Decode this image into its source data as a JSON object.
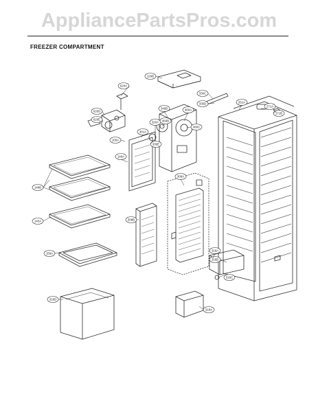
{
  "watermark": "AppliancePartsPros.com",
  "section_title": "FREEZER COMPARTMENT",
  "callouts": {
    "c1": "620A",
    "c2": "120B",
    "c3": "330C",
    "c4": "330D",
    "c5": "251A",
    "c6": "271A",
    "c7": "271B",
    "c8": "620D",
    "c9": "620E",
    "c10": "345B",
    "c11": "460A",
    "c12": "320A",
    "c13": "460B",
    "c14": "460C",
    "c15": "301A",
    "c16": "330E",
    "c17": "105A",
    "c18": "149A",
    "c19": "149B",
    "c20": "308A",
    "c21": "145A",
    "c22": "159A",
    "c23": "308B",
    "c24": "316A",
    "c25": "316B",
    "c26": "316C",
    "c27": "316D",
    "c28": "318A"
  },
  "colors": {
    "line": "#2a2a2a",
    "watermark": "#d6d6d6",
    "background": "#ffffff"
  }
}
